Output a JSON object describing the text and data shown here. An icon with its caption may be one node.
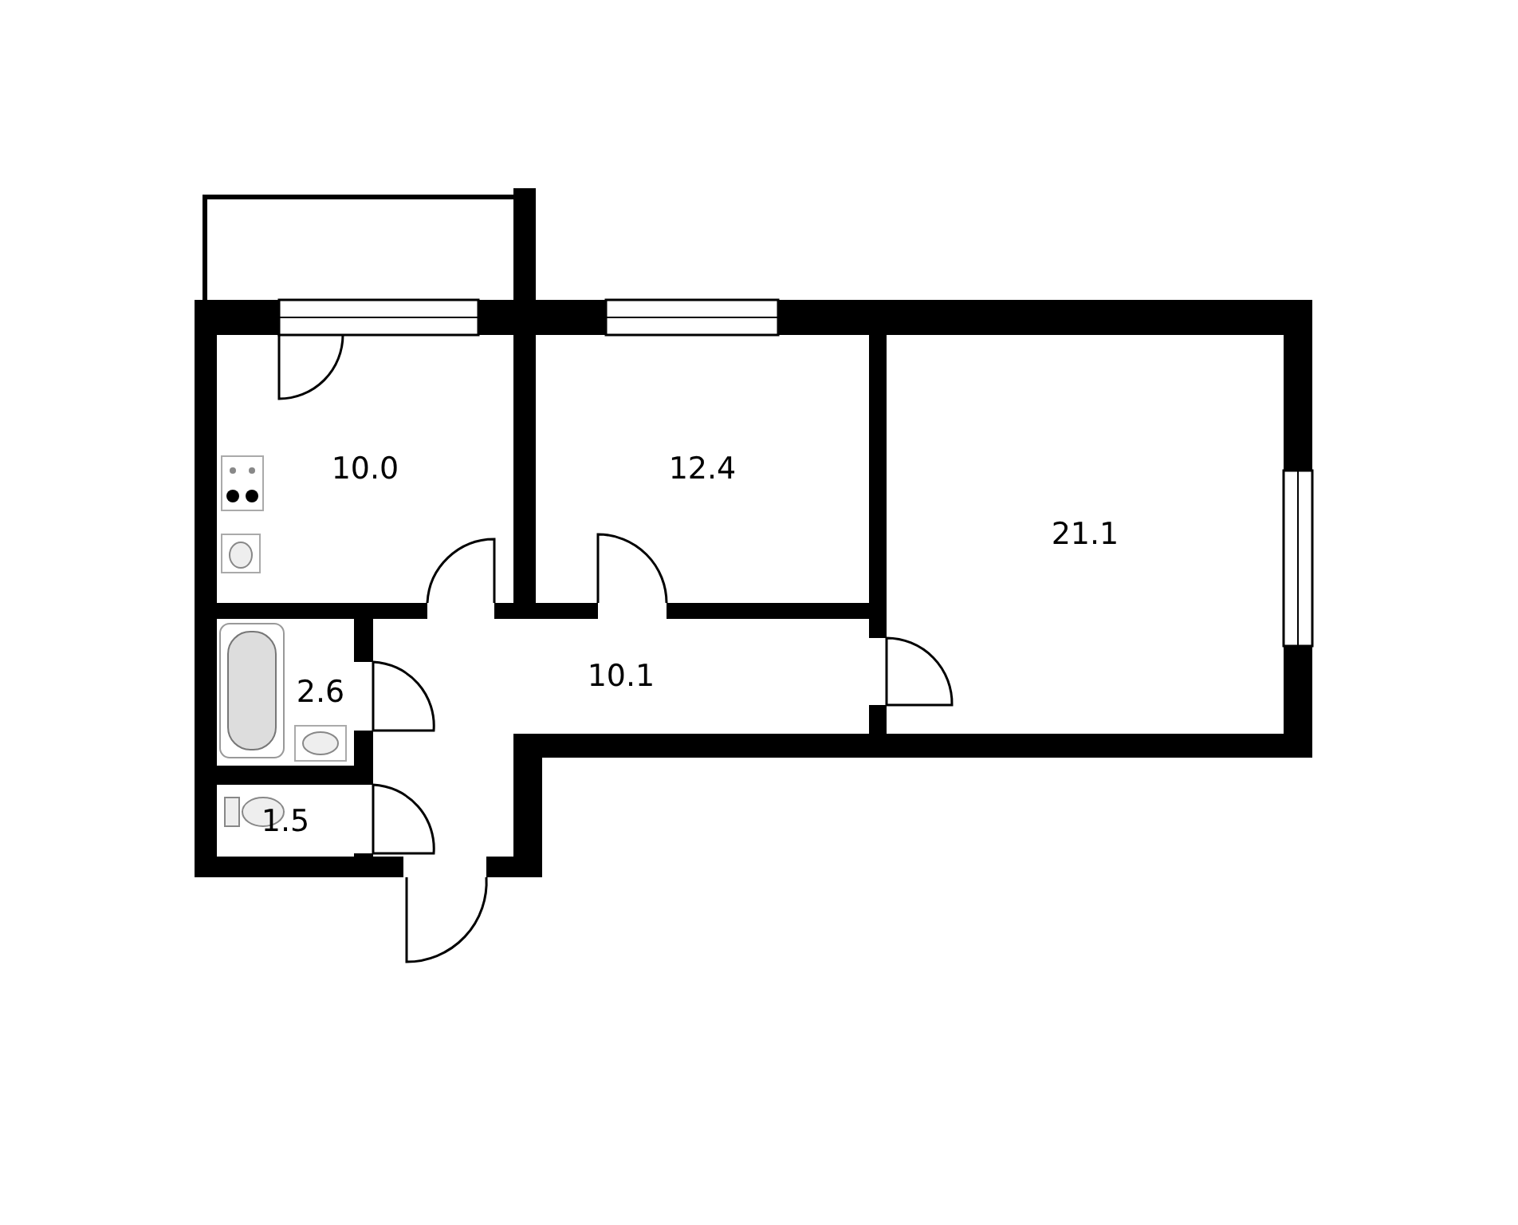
{
  "diagram": {
    "nodes": [
      {
        "text": [],
        "shape": "box"
      },
      {
        "text": [
          "10.0"
        ]
      },
      {
        "text": [
          "12.4"
        ]
      },
      {
        "text": [
          "21.1"
        ]
      },
      {
        "text": [
          "2.6"
        ]
      },
      {
        "text": [
          "10.1"
        ]
      },
      {
        "text": [
          "1.5"
        ]
      }
    ],
    "edges": []
  }
}
